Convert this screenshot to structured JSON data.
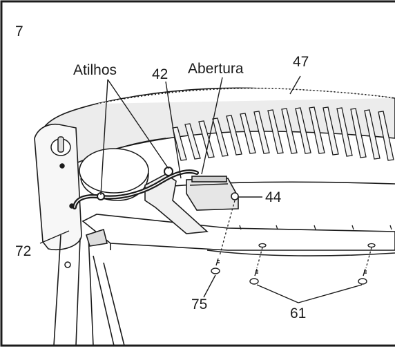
{
  "step_number": "7",
  "labels": {
    "ties": "Atilhos",
    "part_42": "42",
    "opening": "Abertura",
    "part_47": "47",
    "part_44": "44",
    "part_72": "72",
    "part_75": "75",
    "part_61": "61"
  }
}
